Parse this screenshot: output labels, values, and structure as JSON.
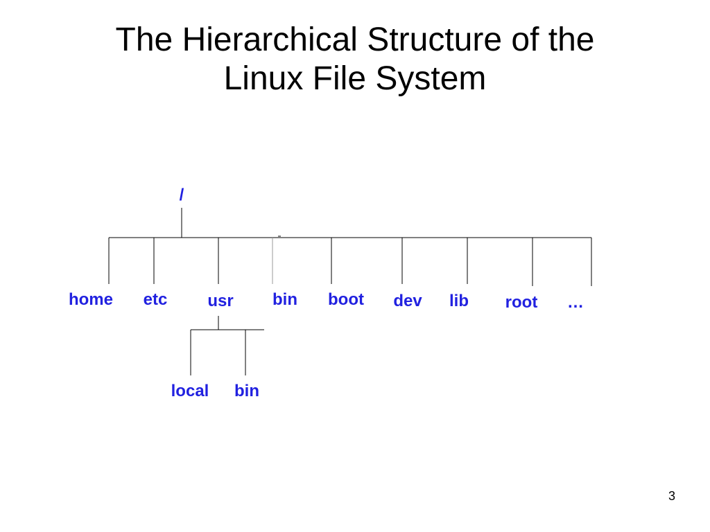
{
  "slide": {
    "title_line1": "The Hierarchical Structure of the",
    "title_line2": "Linux File System",
    "page_number": "3"
  },
  "tree": {
    "root": "/",
    "level1": [
      "home",
      "etc",
      "usr",
      "bin",
      "boot",
      "dev",
      "lib",
      "root",
      "…"
    ],
    "usr_children": [
      "local",
      "bin"
    ]
  },
  "colors": {
    "label": "#2121e0",
    "line": "#000000",
    "title": "#000000"
  }
}
